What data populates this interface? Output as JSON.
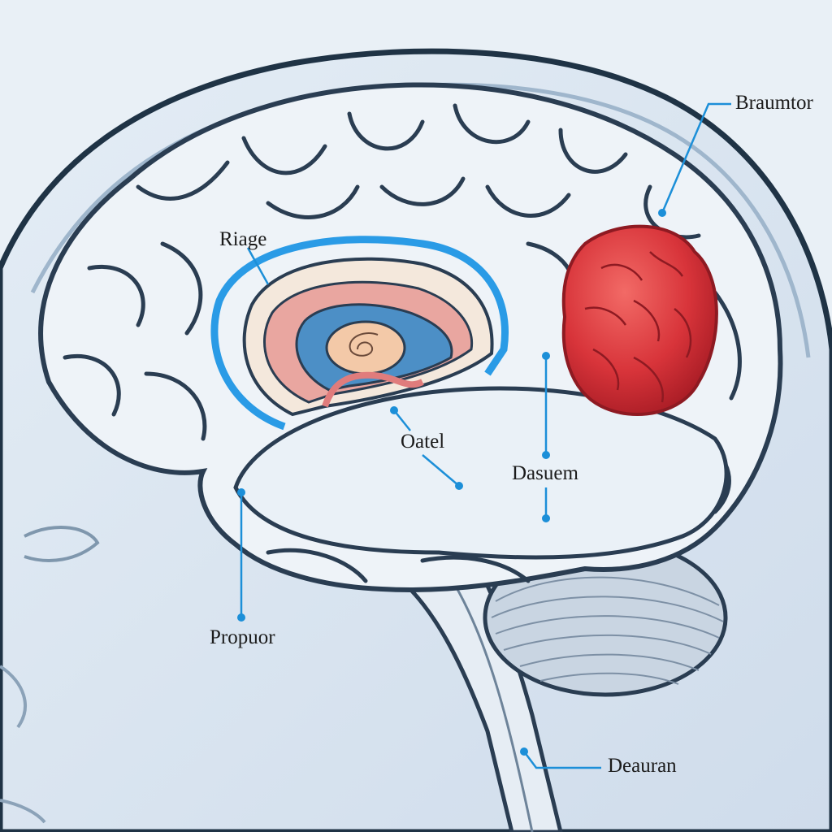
{
  "labels": {
    "top_right": "Braumtor",
    "upper_left": "Riage",
    "center": "Oatel",
    "right_middle": "Dasuem",
    "left_lower": "Propuor",
    "bottom_right": "Deauran"
  },
  "colors": {
    "background": "#e9f0f6",
    "head_fill": "#dbe6f0",
    "head_outline": "#1f3345",
    "brain_fill": "#eef3f8",
    "brain_outline": "#2a3d52",
    "leader_line": "#1c8fd8",
    "highlight_ring": "#2a9be6",
    "tumor": "#d8343a",
    "tumor_dark": "#a81c25",
    "limbic_pink": "#e9a6a0",
    "limbic_blue": "#4c8fc6",
    "limbic_cream": "#f4e8dc",
    "cerebellum": "#c9d5e2"
  }
}
